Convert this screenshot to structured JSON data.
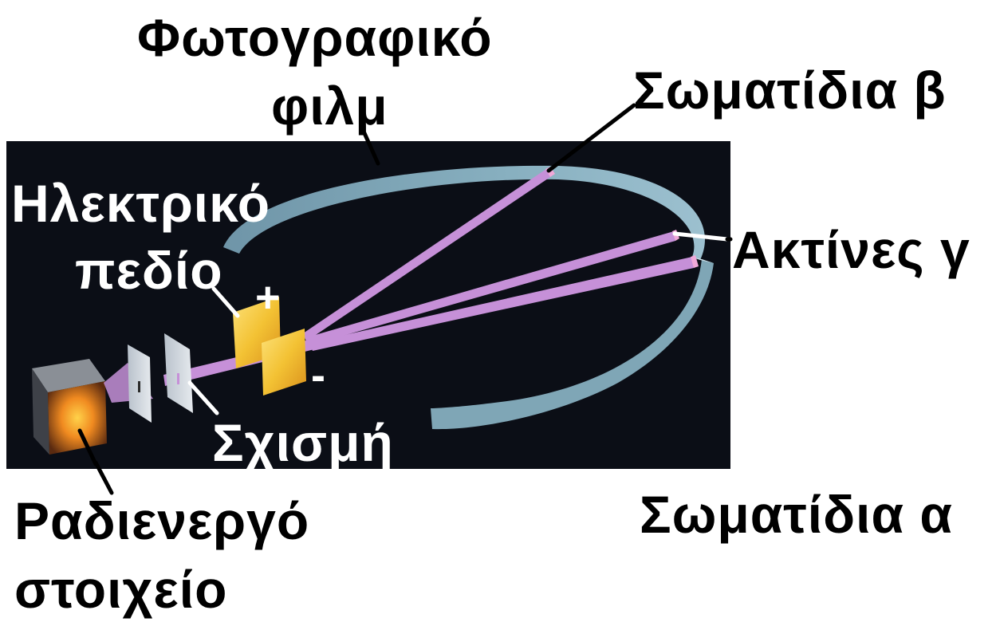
{
  "labels": {
    "film_line1": "Φωτογραφικό",
    "film_line2": "φιλμ",
    "beta": "Σωματίδια β",
    "gamma": "Ακτίνες γ",
    "alpha": "Σωματίδια α",
    "field_line1": "Ηλεκτρικό",
    "field_line2": "πεδίο",
    "slit": "Σχισμή",
    "source_line1": "Ραδιενεργό",
    "source_line2": "στοιχείο",
    "plus": "+",
    "minus": "-"
  },
  "colors": {
    "background": "#ffffff",
    "scene": "#0b0e16",
    "film": "#7fa6b6",
    "beam": "#c690d8",
    "plate": "#f3c234",
    "source_glow": "#f08a20"
  }
}
